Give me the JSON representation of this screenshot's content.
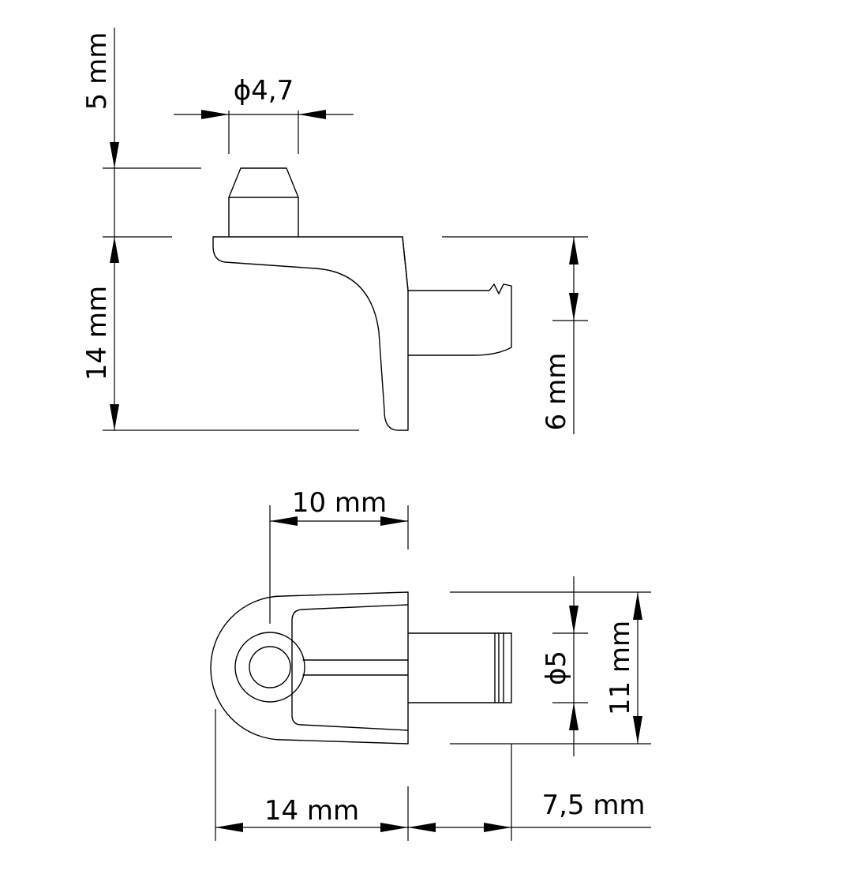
{
  "side_view": {
    "dim_top": "5 mm",
    "dim_pin_diameter": "ϕ4,7",
    "dim_height": "14 mm",
    "dim_right": "6 mm"
  },
  "top_view": {
    "dim_hole_offset": "10 mm",
    "dim_pin_diameter": "ϕ5",
    "dim_width": "11 mm",
    "dim_length": "14 mm",
    "dim_pin_length": "7,5 mm"
  }
}
